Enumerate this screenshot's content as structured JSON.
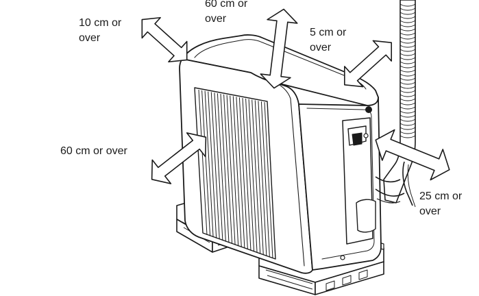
{
  "clearances": {
    "top": "60 cm or\nover",
    "left_side": "10 cm or\nover",
    "rear": "5 cm or\nover",
    "front": "60 cm or over",
    "right_side": "25 cm or\nover"
  },
  "colors": {
    "line": "#1a1a1a",
    "arrow_fill": "#ffffff",
    "background": "#ffffff"
  },
  "icons": {
    "clearance_arrow": "double-headed-outline-arrow",
    "unit": "outdoor-air-conditioner-unit",
    "pipe": "flexible-conduit-pipe"
  }
}
